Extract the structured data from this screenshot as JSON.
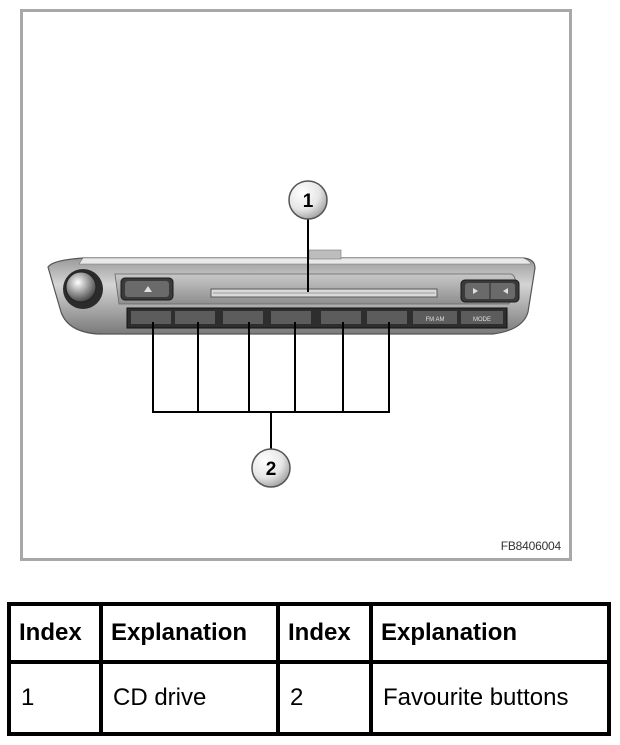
{
  "figure": {
    "callouts": [
      "1",
      "2"
    ],
    "code": "FB8406004",
    "unit_labels": {
      "fm_am": "FM AM",
      "mode": "MODE"
    }
  },
  "table": {
    "headers": [
      "Index",
      "Explanation",
      "Index",
      "Explanation"
    ],
    "rows": [
      [
        "1",
        "CD drive",
        "2",
        "Favourite buttons"
      ]
    ]
  }
}
